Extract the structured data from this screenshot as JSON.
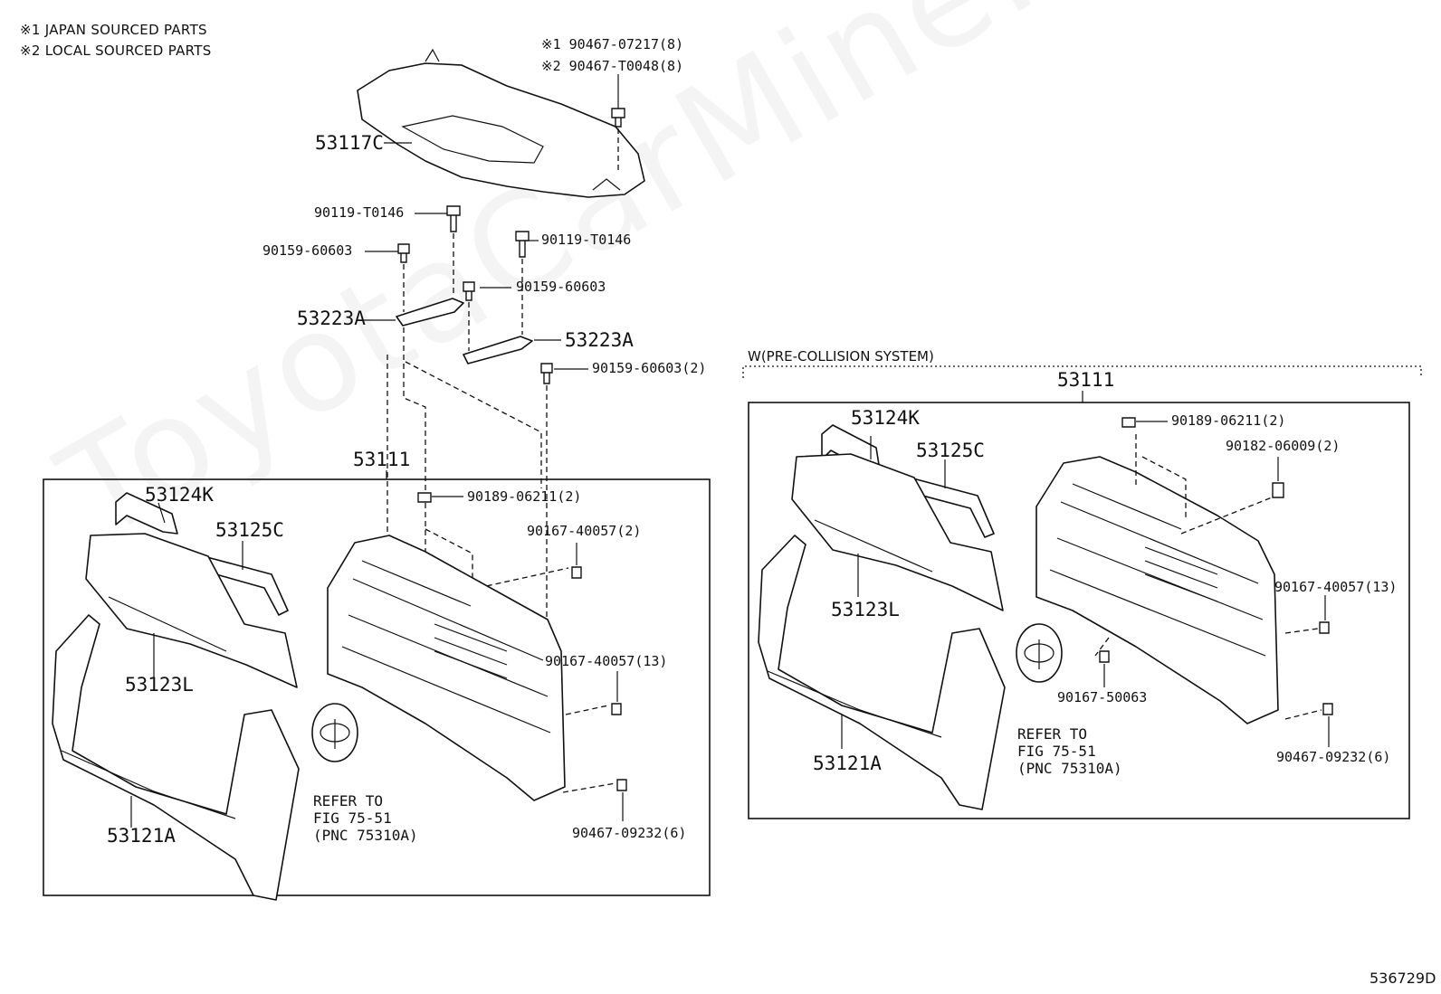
{
  "legend": {
    "japan": "※1 JAPAN SOURCED PARTS",
    "local": "※2 LOCAL SOURCED PARTS"
  },
  "watermark": "ToyotaCarMine.ru",
  "figure_id": "536729D",
  "section_label": "W(PRE-COLLISION SYSTEM)",
  "parts": {
    "clip_japan": "※1 90467-07217(8)",
    "clip_local": "※2 90467-T0048(8)",
    "cover": "53117C",
    "bolt_upper_left": "90119-T0146",
    "bolt_upper_right": "90119-T0146",
    "bolt_small_left": "90159-60603",
    "bolt_small_right": "90159-60603",
    "bracket_left": "53223A",
    "bracket_right": "53223A",
    "bolt_grille_top": "90159-60603(2)"
  },
  "left_group": {
    "assembly": "53111",
    "molding_top": "53124K",
    "molding_side": "53125C",
    "grille_lower": "53123L",
    "grille_surround": "53121A",
    "nut": "90189-06211(2)",
    "screw_a": "90167-40057(2)",
    "screw_b": "90167-40057(13)",
    "clip": "90467-09232(6)",
    "refer": "REFER TO\nFIG 75-51\n(PNC 75310A)"
  },
  "right_group": {
    "assembly": "53111",
    "molding_top": "53124K",
    "molding_side": "53125C",
    "grille_lower": "53123L",
    "grille_surround": "53121A",
    "nut": "90189-06211(2)",
    "bracket_nut": "90182-06009(2)",
    "screw_b": "90167-40057(13)",
    "screw_c": "90167-50063",
    "clip": "90467-09232(6)",
    "refer": "REFER TO\nFIG 75-51\n(PNC 75310A)"
  }
}
